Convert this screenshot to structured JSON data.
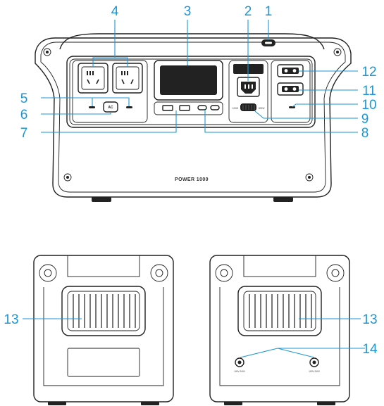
{
  "front": {
    "brand_label": "POWER 1000",
    "ac_button_label": "AC",
    "panel_left_marking": "100W",
    "panel_right_marking": "800W"
  },
  "rear": {
    "port_marking_left": "100V-240V",
    "port_marking_right": "100V-240V"
  },
  "callouts": [
    "1",
    "2",
    "3",
    "4",
    "5",
    "6",
    "7",
    "8",
    "9",
    "10",
    "11",
    "12",
    "13",
    "13",
    "14"
  ],
  "colors": {
    "callout": "#1b97d6",
    "outline": "#1f1f1f"
  }
}
